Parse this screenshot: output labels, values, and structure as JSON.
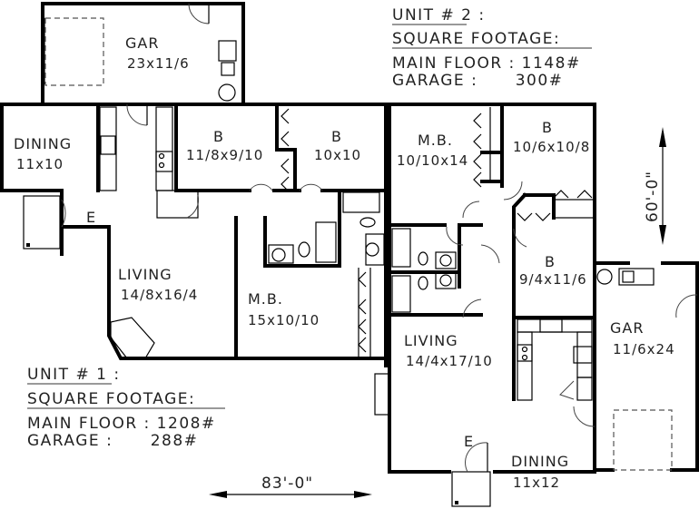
{
  "plan": {
    "unit1": {
      "title": "UNIT # 1 :",
      "subtitle": "SQUARE FOOTAGE:",
      "main_floor": "MAIN FLOOR : 1208#",
      "garage": "GARAGE :      288#",
      "rooms": [
        {
          "name": "GAR",
          "size": "23x11/6"
        },
        {
          "name": "DINING",
          "size": "11x10"
        },
        {
          "name": "B",
          "size": "11/8x9/10"
        },
        {
          "name": "B",
          "size": "10x10"
        },
        {
          "name": "LIVING",
          "size": "14/8x16/4"
        },
        {
          "name": "M.B.",
          "size": "15x10/10"
        },
        {
          "name": "E",
          "size": ""
        }
      ]
    },
    "unit2": {
      "title": "UNIT # 2 :",
      "subtitle": "SQUARE FOOTAGE:",
      "main_floor": "MAIN FLOOR : 1148#",
      "garage": "GARAGE :      300#",
      "rooms": [
        {
          "name": "M.B.",
          "size": "10/10x14"
        },
        {
          "name": "B",
          "size": "10/6x10/8"
        },
        {
          "name": "B",
          "size": "9/4x11/6"
        },
        {
          "name": "GAR",
          "size": "11/6x24"
        },
        {
          "name": "LIVING",
          "size": "14/4x17/10"
        },
        {
          "name": "DINING",
          "size": "11x12"
        },
        {
          "name": "E",
          "size": ""
        }
      ]
    },
    "dimensions": {
      "width": "83'-0\"",
      "depth": "60'-0\""
    }
  }
}
